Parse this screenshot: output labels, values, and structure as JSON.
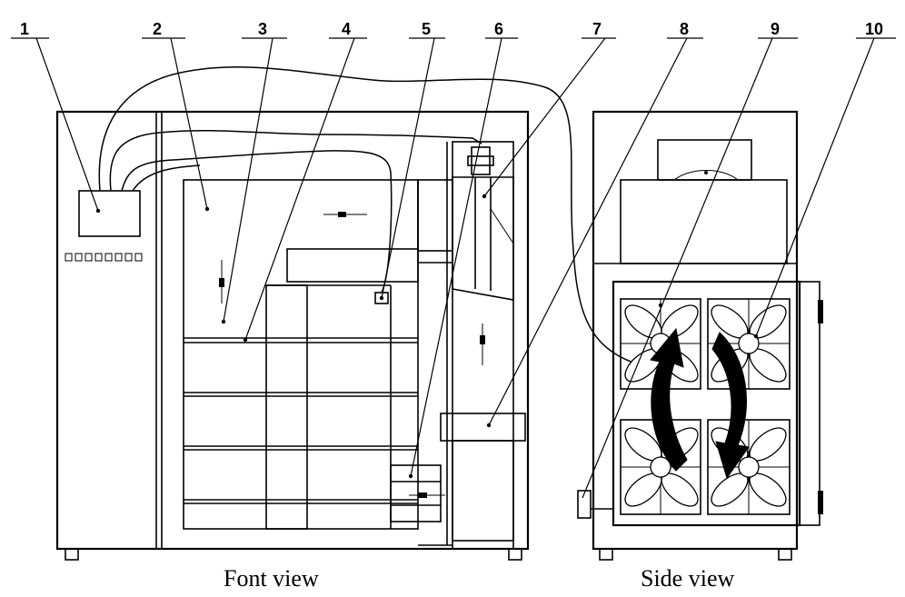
{
  "callouts": [
    "1",
    "2",
    "3",
    "4",
    "5",
    "6",
    "7",
    "8",
    "9",
    "10"
  ],
  "captions": {
    "front": "Font view",
    "side": "Side view"
  }
}
